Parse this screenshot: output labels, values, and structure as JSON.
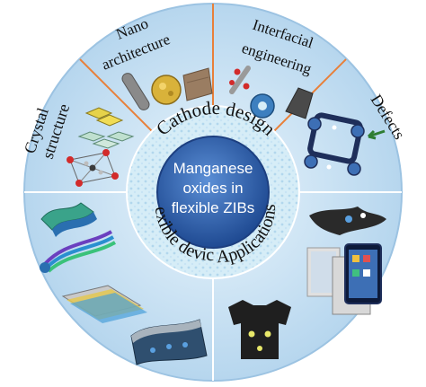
{
  "center": {
    "lines": [
      "Manganese",
      "oxides in",
      "flexible ZIBs"
    ]
  },
  "ring": {
    "top_label": "Cathode design",
    "left_label": "Flexible devices",
    "right_label": "Applications"
  },
  "segments": {
    "crystal": [
      "Crystal",
      "structure"
    ],
    "nano": [
      "Nano",
      "architecture"
    ],
    "interfacial": [
      "Interfacial",
      "engineering"
    ],
    "defects": [
      "Defects"
    ]
  },
  "colors": {
    "outer_fill": "#bfdcef",
    "divider": "#e8803a",
    "divider_white": "#ffffff",
    "ring_fill": "#d6edf7",
    "center_fill": "#2f5fa8",
    "center_edge": "#1d3f80"
  }
}
